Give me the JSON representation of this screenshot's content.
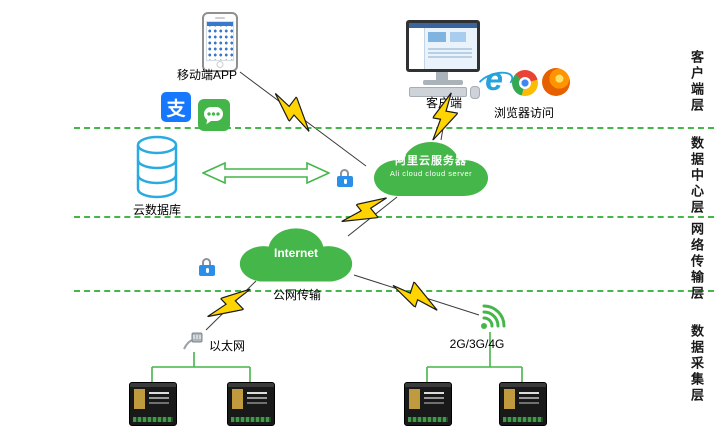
{
  "diagram": {
    "layer_labels": [
      "客户端层",
      "数据中心层",
      "网络传输层",
      "数据采集层"
    ],
    "mobile": {
      "label": "移动端APP",
      "alipay_glyph": "支"
    },
    "client": {
      "label": "客户端"
    },
    "browser": {
      "label": "浏览器访问",
      "ie_glyph": "e"
    },
    "cloud_db": {
      "label": "云数据库"
    },
    "ali_cloud": {
      "name_cn": "阿里云服务器",
      "name_en": "Ali cloud cloud server"
    },
    "internet": {
      "label": "Internet",
      "caption": "公网传输"
    },
    "ethernet": {
      "label": "以太网"
    },
    "cellular": {
      "label": "2G/3G/4G"
    },
    "colors": {
      "diagram_green": "#45b649",
      "database_blue": "#29abe2",
      "lightning_yellow": "#ffd400",
      "lock_blue": "#2a8fe8",
      "alipay_blue": "#1678ff",
      "wechat_green": "#44b549"
    }
  }
}
